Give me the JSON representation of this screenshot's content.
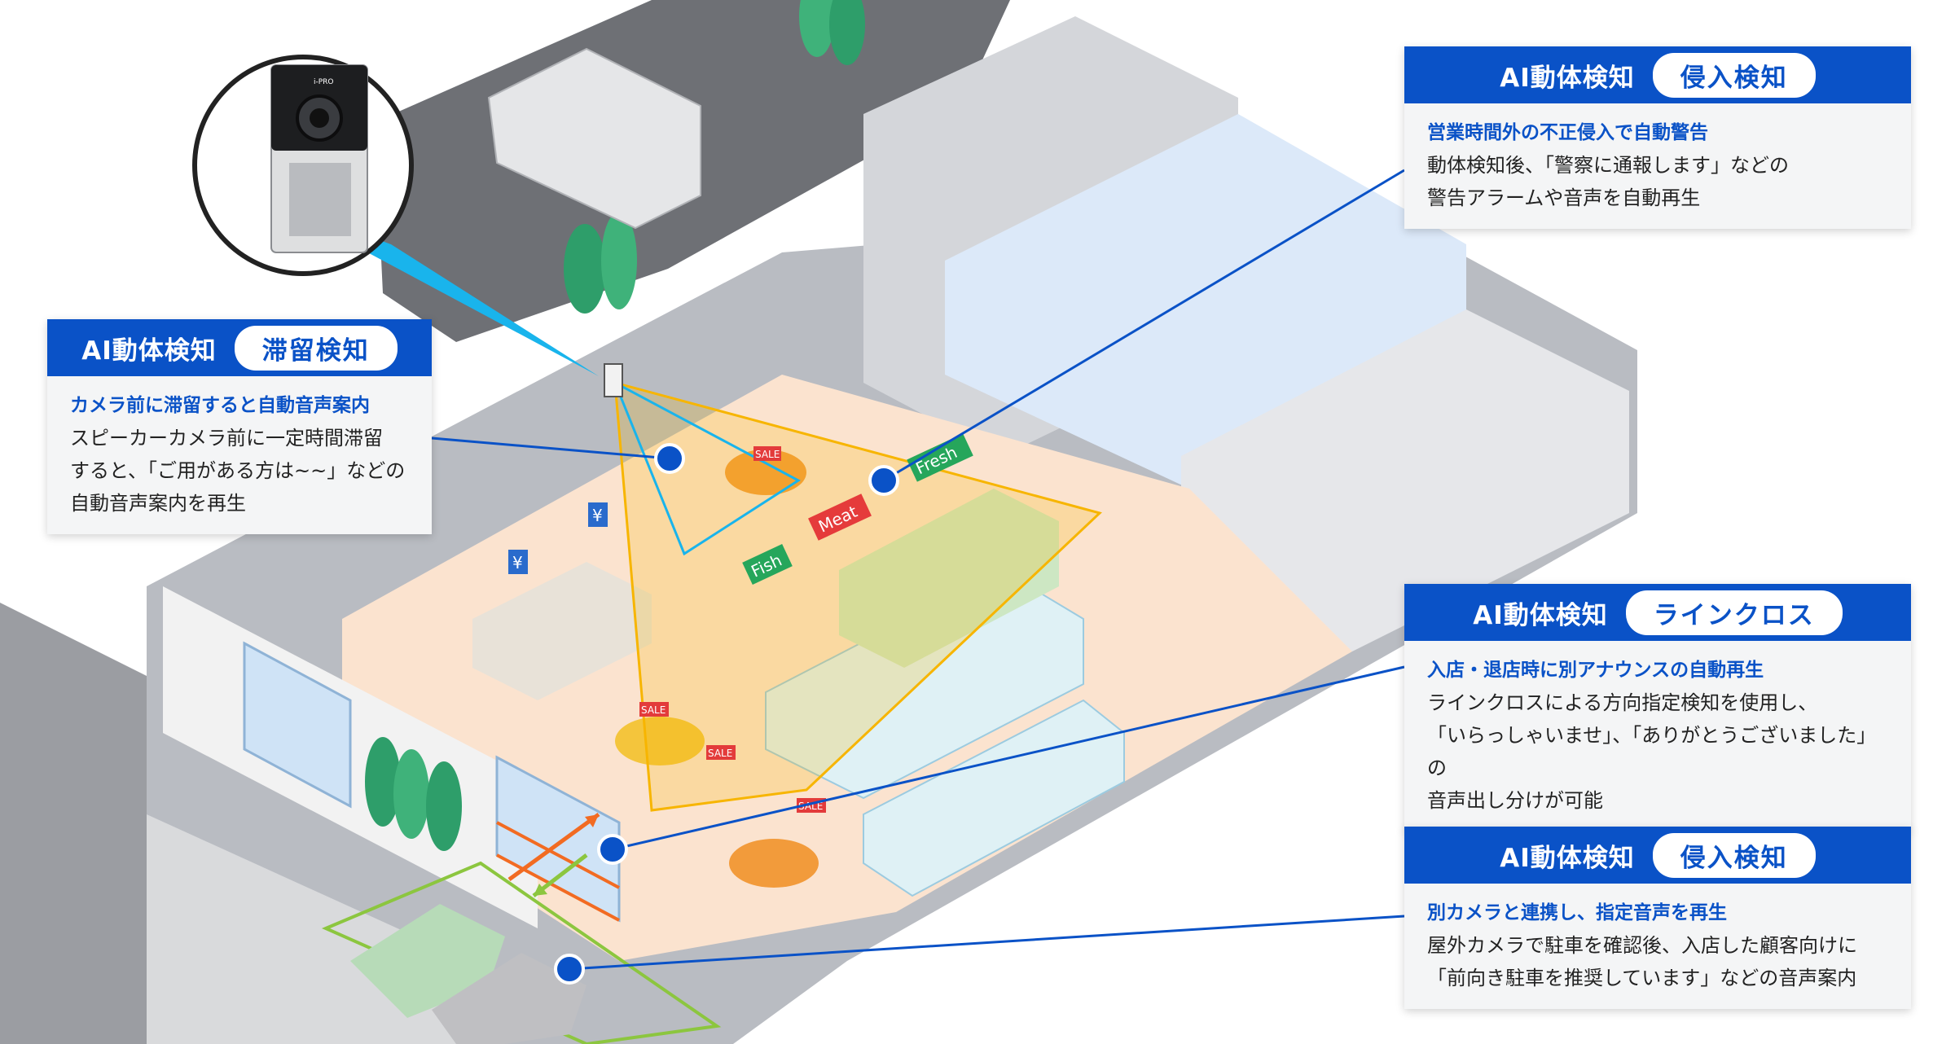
{
  "colors": {
    "accent_blue": "#0a52c7",
    "cone_yellow": "#f7b500",
    "camera_cone": "#19b4ec",
    "line_red": "#f26b22",
    "parking_green": "#8cc63f",
    "floor_peach": "#fbe3cf",
    "wall_gray": "#b9bcc2",
    "partition_blue": "#dce9f9",
    "tree_green": "#2e9e6a"
  },
  "callouts": {
    "dwell": {
      "ai_label": "AI動体検知",
      "type_label": "滞留検知",
      "lead": "カメラ前に滞留すると自動音声案内",
      "description": "スピーカーカメラ前に一定時間滞留\nすると、「ご用がある方は~~」などの\n自動音声案内を再生"
    },
    "intrusion_top": {
      "ai_label": "AI動体検知",
      "type_label": "侵入検知",
      "lead": "営業時間外の不正侵入で自動警告",
      "description": "動体検知後、「警察に通報します」などの\n警告アラームや音声を自動再生"
    },
    "linecross": {
      "ai_label": "AI動体検知",
      "type_label": "ラインクロス",
      "lead": "入店・退店時に別アナウンスの自動再生",
      "description": "ラインクロスによる方向指定検知を使用し、\n「いらっしゃいませ」、「ありがとうございました」の\n音声出し分けが可能"
    },
    "intrusion_bottom": {
      "ai_label": "AI動体検知",
      "type_label": "侵入検知",
      "lead": "別カメラと連携し、指定音声を再生",
      "description": "屋外カメラで駐車を確認後、入店した顧客向けに\n「前向き駐車を推奨しています」などの音声案内"
    }
  },
  "signs": {
    "sale": "SALE",
    "meat": "Meat",
    "fish": "Fish",
    "fresh": "Fresh",
    "yen": "¥",
    "camera_brand": "i-PRO"
  },
  "icons": {
    "camera": "speaker-camera-icon",
    "marker": "detection-point-icon"
  }
}
